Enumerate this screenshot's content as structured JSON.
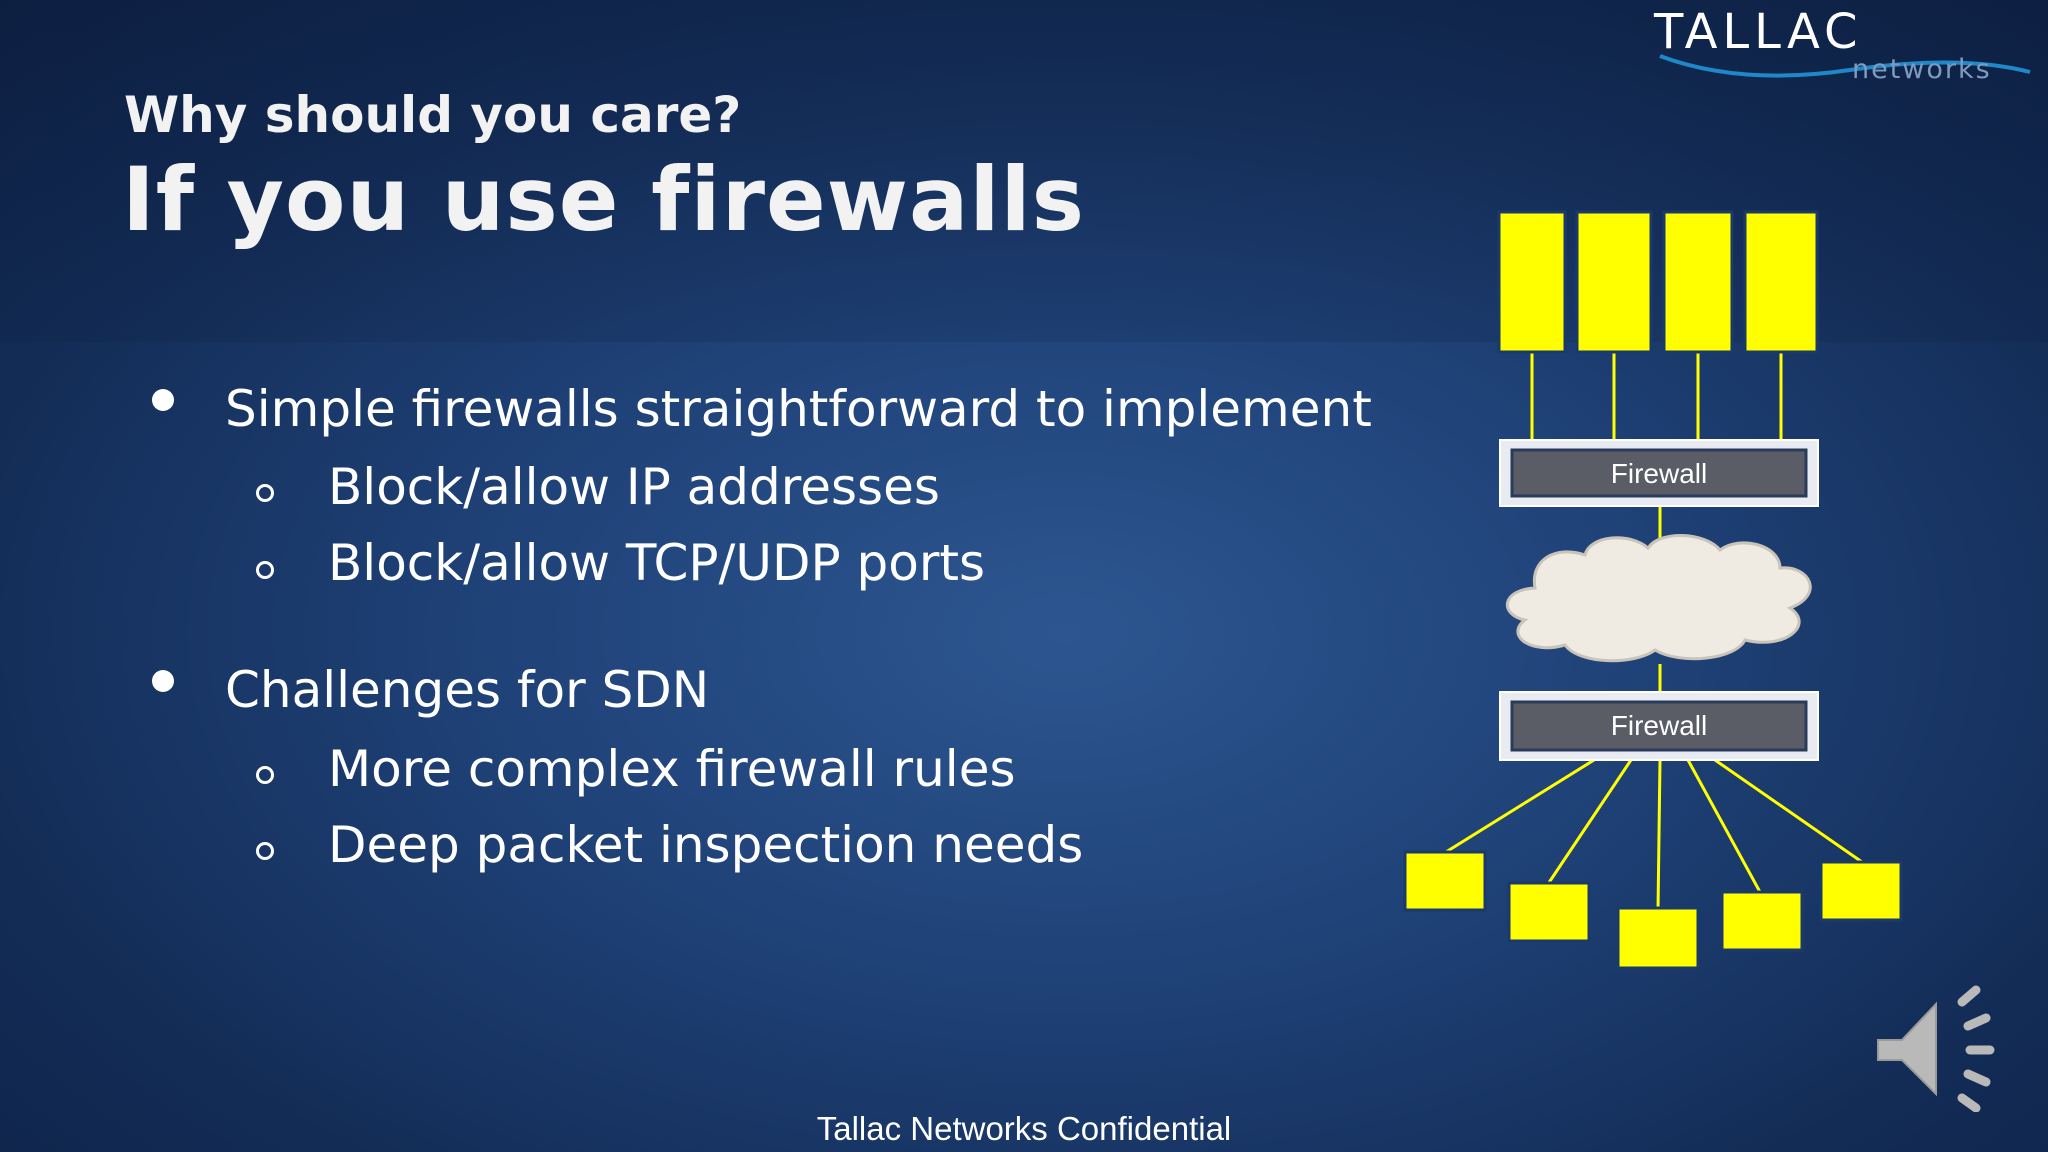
{
  "logo": {
    "word": "TALLAC",
    "sub": "networks"
  },
  "header": {
    "subtitle": "Why should you care?",
    "title": "If you use firewalls"
  },
  "bullets": [
    {
      "text": "Simple firewalls straightforward to implement",
      "sub": [
        "Block/allow IP addresses",
        "Block/allow TCP/UDP ports"
      ]
    },
    {
      "text": "Challenges for SDN",
      "sub": [
        "More complex firewall rules",
        "Deep packet inspection needs"
      ]
    }
  ],
  "diagram": {
    "firewall_top": "Firewall",
    "firewall_bottom": "Firewall",
    "colors": {
      "node": "#ffff00",
      "link": "#ffff00",
      "firewall": "#5a5d66",
      "cloud": "#efebe3"
    },
    "servers": 4,
    "clients": 5
  },
  "footer": "Tallac Networks Confidential",
  "speaker_icon": "speaker-volume-icon"
}
